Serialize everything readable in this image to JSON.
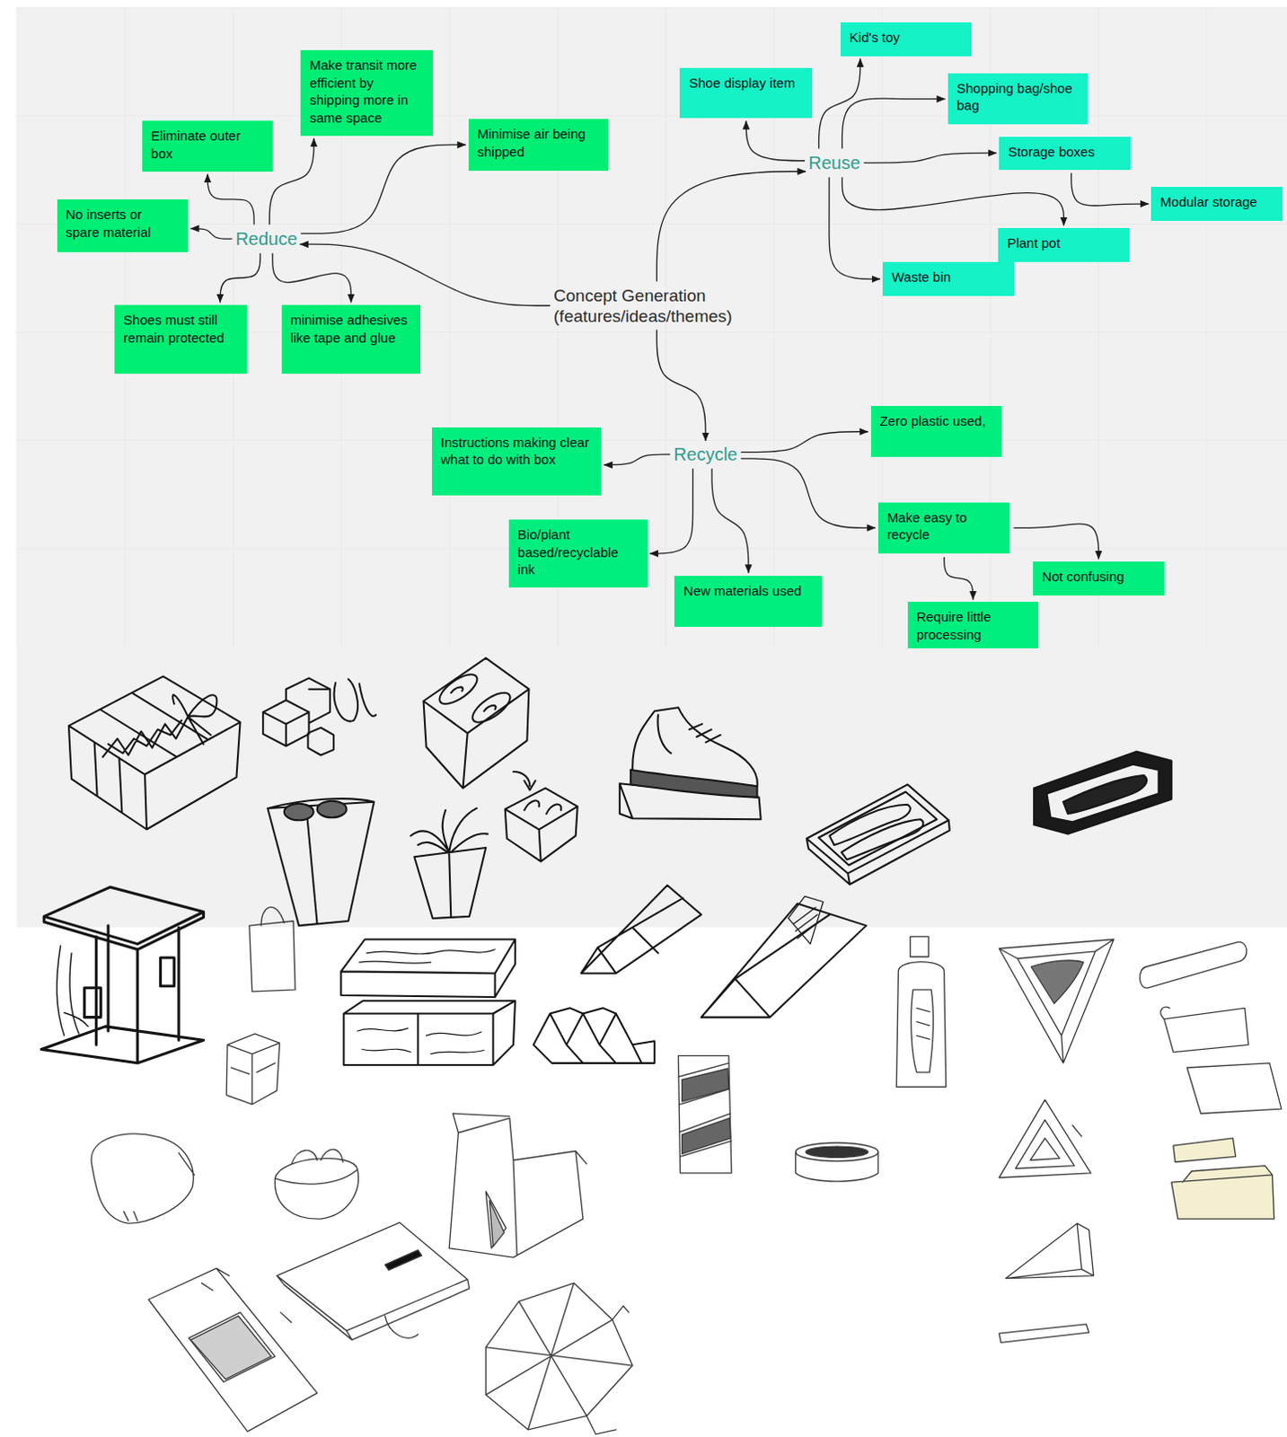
{
  "diagram": {
    "nodes": [
      {
        "text": [
          "Concept Generation (features/ideas/themes)"
        ]
      },
      {
        "text": [
          "Reduce"
        ]
      },
      {
        "text": [
          "Reuse"
        ]
      },
      {
        "text": [
          "Recycle"
        ]
      },
      {
        "text": [
          "Eliminate outer box"
        ]
      },
      {
        "text": [
          "Make transit more efficient by shipping more in same space"
        ]
      },
      {
        "text": [
          "Minimise air being shipped"
        ]
      },
      {
        "text": [
          "No inserts or spare material"
        ]
      },
      {
        "text": [
          "Shoes must still remain protected"
        ]
      },
      {
        "text": [
          "minimise adhesives like tape and glue"
        ]
      },
      {
        "text": [
          "Kid's toy"
        ]
      },
      {
        "text": [
          "Shoe display item"
        ]
      },
      {
        "text": [
          "Shopping bag/shoe bag"
        ]
      },
      {
        "text": [
          "Storage boxes"
        ]
      },
      {
        "text": [
          "Modular storage"
        ]
      },
      {
        "text": [
          "Plant pot"
        ]
      },
      {
        "text": [
          "Waste bin"
        ]
      },
      {
        "text": [
          "Instructions making clear what to do with box"
        ]
      },
      {
        "text": [
          "Zero plastic used,"
        ]
      },
      {
        "text": [
          "Make easy to recycle"
        ]
      },
      {
        "text": [
          "Not confusing"
        ]
      },
      {
        "text": [
          "Require little processing"
        ]
      },
      {
        "text": [
          "Bio/plant based/recyclable ink"
        ]
      },
      {
        "text": [
          "New materials used"
        ]
      }
    ],
    "edges": [
      {
        "from": 0,
        "to": 1,
        "arrow": "to"
      },
      {
        "from": 0,
        "to": 2,
        "arrow": "to"
      },
      {
        "from": 0,
        "to": 3,
        "arrow": "to"
      },
      {
        "from": 1,
        "to": 4,
        "arrow": "to"
      },
      {
        "from": 1,
        "to": 5,
        "arrow": "to"
      },
      {
        "from": 1,
        "to": 6,
        "arrow": "to"
      },
      {
        "from": 1,
        "to": 7,
        "arrow": "to"
      },
      {
        "from": 1,
        "to": 8,
        "arrow": "to"
      },
      {
        "from": 1,
        "to": 9,
        "arrow": "to"
      },
      {
        "from": 2,
        "to": 10,
        "arrow": "to"
      },
      {
        "from": 2,
        "to": 11,
        "arrow": "to"
      },
      {
        "from": 2,
        "to": 12,
        "arrow": "to"
      },
      {
        "from": 2,
        "to": 13,
        "arrow": "to"
      },
      {
        "from": 2,
        "to": 15,
        "arrow": "to"
      },
      {
        "from": 2,
        "to": 16,
        "arrow": "to"
      },
      {
        "from": 13,
        "to": 14,
        "arrow": "to"
      },
      {
        "from": 3,
        "to": 17,
        "arrow": "to"
      },
      {
        "from": 3,
        "to": 18,
        "arrow": "to"
      },
      {
        "from": 3,
        "to": 19,
        "arrow": "to"
      },
      {
        "from": 3,
        "to": 22,
        "arrow": "to"
      },
      {
        "from": 3,
        "to": 23,
        "arrow": "to"
      },
      {
        "from": 19,
        "to": 20,
        "arrow": "to"
      },
      {
        "from": 19,
        "to": 21,
        "arrow": "to"
      }
    ]
  }
}
